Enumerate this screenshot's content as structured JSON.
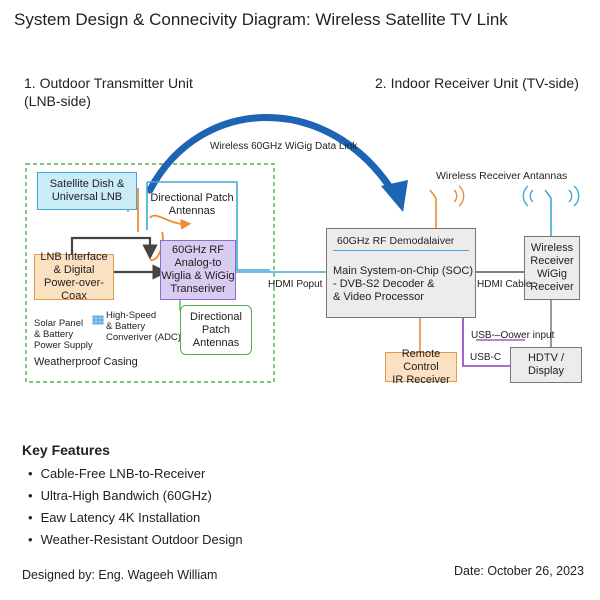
{
  "title": "System Design & Connecivity Diagram: Wireless Satellite TV Link",
  "sections": {
    "outdoor_line1": "1. Outdoor Transmitter Unit",
    "outdoor_line2": "(LNB-side)",
    "indoor": "2. Indoor Receiver Unit (TV-side)"
  },
  "link_label": "Wireless 60GHz WiGig Data Link",
  "outdoor": {
    "satellite_dish": [
      "Satellite Dish &",
      "Universal LNB"
    ],
    "patch_antennas": [
      "Directional Patch",
      "Antennas"
    ],
    "lnb_interface": [
      "LNB Interface",
      "& Digital",
      "Power-over-Coax"
    ],
    "rf_transceiver": [
      "60GHz RF",
      "Analog-to",
      "Wiglia & WiGig",
      "Transeriver"
    ],
    "solar": [
      "Solar Panel",
      "& Battery",
      "Power Supply"
    ],
    "battery_adc": [
      "High-Speed",
      "& Battery",
      "Converiver (ADC)"
    ],
    "patch_antennas_bottom": [
      "Directional",
      "Patch Antennas"
    ],
    "casing": "Weatherproof Casing"
  },
  "indoor_unit": {
    "receiver_antennas": "Wireless Receiver Antannas",
    "demod": "60GHz RF Demodalaiver",
    "soc": [
      "Main System-on-Chip (SOC)",
      "- DVB-S2 Decoder &",
      "& Video Processor"
    ],
    "wigig_receiver": [
      "Wireless",
      "Receiver",
      "WiGig",
      "Receiver"
    ],
    "remote": [
      "Remote Control",
      "IR Receiver"
    ],
    "hdtv": "HDTV / Display"
  },
  "connections": {
    "hdmi_poput": "HDMI Poput",
    "hdmi_cable": "HDMI Cable",
    "usb_power": "USB-–Oower input",
    "usb_c": "USB-C"
  },
  "features": {
    "heading": "Key Features",
    "items": [
      "Cable-Free LNB-to-Receiver",
      "Ultra-High Bandwich (60GHz)",
      "Eaw Latency 4K Installation",
      "Weather-Resistant Outdoor Design"
    ]
  },
  "footer": {
    "designer": "Designed by: Eng. Wageeh William",
    "date": "Date: October 26, 2023"
  },
  "colors": {
    "cyan_fill": "#c9ecf6",
    "orange_fill": "#fbe0c2",
    "purple_fill": "#d8ccf0",
    "gray_fill": "#ececec",
    "green_dash": "#55b055",
    "orange_line": "#f08a33",
    "blue_arc": "#1e64b4",
    "purple_line": "#8a3fb8"
  }
}
